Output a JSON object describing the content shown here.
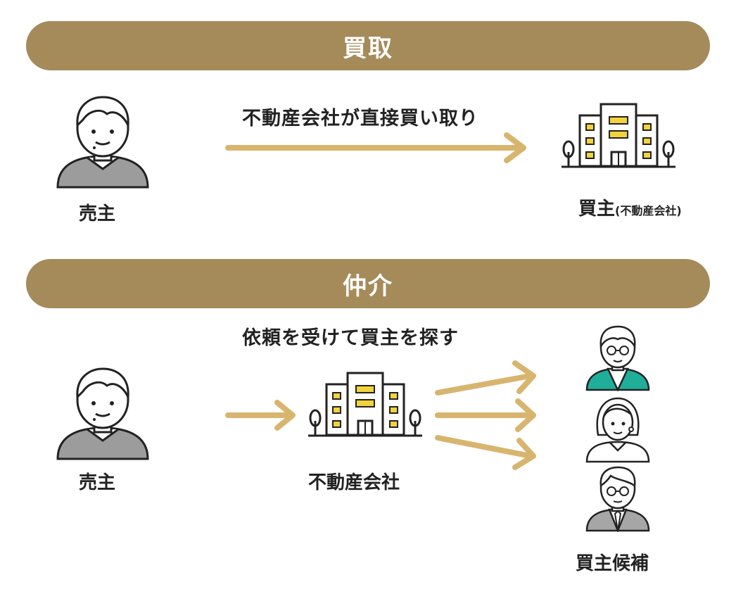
{
  "colors": {
    "banner": "#A58B5A",
    "arrow": "#D8B56E",
    "outline": "#222222",
    "shirt": "#9C9C9C",
    "window": "#F2D33D",
    "teal": "#1FAE9A",
    "jacket": "#A6A6A6"
  },
  "purchase": {
    "title": "買取",
    "arrow_caption": "不動産会社が直接買い取り",
    "seller_label": "売主",
    "buyer_label": "買主",
    "buyer_sub": "(不動産会社)",
    "seller_icon": "seller-person-icon",
    "buyer_icon": "office-building-icon"
  },
  "brokerage": {
    "title": "仲介",
    "arrow_caption": "依頼を受けて買主を探す",
    "seller_label": "売主",
    "agent_label": "不動産会社",
    "candidates_label": "買主候補",
    "seller_icon": "seller-person-icon",
    "agent_icon": "office-building-icon",
    "candidate_icons": [
      "elderly-man-glasses-icon",
      "woman-icon",
      "man-glasses-suit-icon"
    ]
  }
}
